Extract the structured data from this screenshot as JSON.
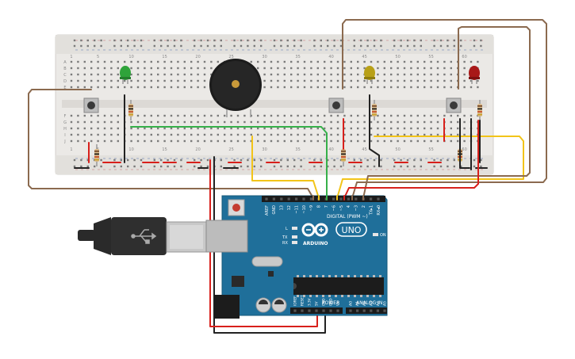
{
  "breadboard": {
    "column_numbers": [
      "1",
      "5",
      "10",
      "15",
      "20",
      "25",
      "30",
      "35",
      "40",
      "45",
      "50",
      "55",
      "60"
    ],
    "row_letters_top": [
      "A",
      "B",
      "C",
      "D",
      "E"
    ],
    "row_letters_bottom": [
      "F",
      "G",
      "H",
      "I",
      "J"
    ]
  },
  "board": {
    "digital_label": "DIGITAL (PWM ~)",
    "pin_labels": [
      "AREF",
      "GND",
      "13",
      "12",
      "~11",
      "~10",
      "~9",
      "8",
      "7",
      "~6",
      "~5",
      "4",
      "~3",
      "2",
      "TX▸1",
      "RX◂0"
    ],
    "brand": "ARDUINO",
    "model": "UNO",
    "on_label": "ON",
    "l_label": "L",
    "tx_label": "TX",
    "rx_label": "RX",
    "power_label": "POWER",
    "power_pins": [
      "IOREF",
      "RESET",
      "3.3V",
      "5V",
      "GND",
      "GND",
      "Vin"
    ],
    "analog_label": "ANALOG IN",
    "analog_pins": [
      "A0",
      "A1",
      "A2",
      "A3",
      "A4",
      "A5"
    ]
  },
  "colors": {
    "breadboard_bg": "#ebe9e6",
    "board_blue": "#1f6f9a",
    "wire_brown": "#8b6a4f",
    "wire_red": "#d8201b",
    "wire_black": "#222222",
    "wire_yellow": "#f2c419",
    "wire_green": "#36b04a",
    "led_green": "#2fa33a",
    "led_yellow": "#b8a017",
    "led_red": "#a81818"
  },
  "icons": {
    "usb": "usb-icon",
    "buzzer": "piezo-buzzer-icon",
    "button": "push-button-icon",
    "resistor": "resistor-icon",
    "led": "led-icon"
  }
}
